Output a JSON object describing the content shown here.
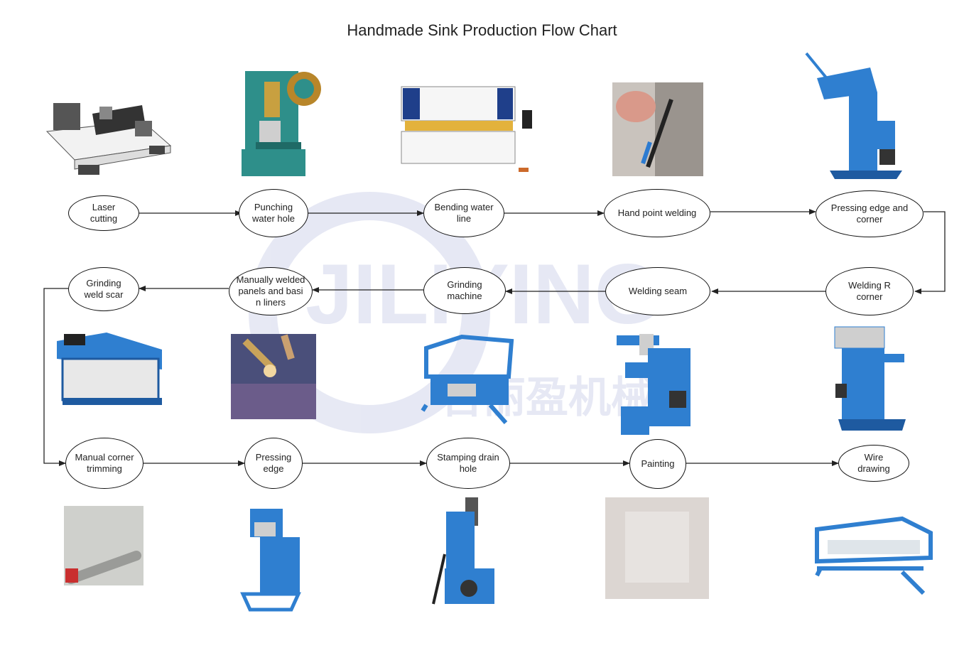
{
  "title": "Handmade Sink Production Flow Chart",
  "watermark": {
    "text": "JILIYING",
    "subtext": "吉丽盈机械",
    "color": "#3b4aa8"
  },
  "row1": [
    {
      "label": "Laser cutting",
      "lines": [
        "Laser",
        "cutting"
      ],
      "machine_icon": "laser-cutting-machine-icon"
    },
    {
      "label": "Punching water hole",
      "lines": [
        "Punching",
        "water hole"
      ],
      "machine_icon": "punch-press-icon"
    },
    {
      "label": "Bending water line",
      "lines": [
        "Bending water",
        "line"
      ],
      "machine_icon": "press-brake-icon"
    },
    {
      "label": "Hand point welding",
      "lines": [
        "Hand point welding"
      ],
      "machine_icon": "hand-welding-photo-icon"
    },
    {
      "label": "Pressing edge and corner",
      "lines": [
        "Pressing edge and",
        "corner"
      ],
      "machine_icon": "edge-pressing-machine-icon"
    }
  ],
  "row2": [
    {
      "label": "Grinding weld scar",
      "lines": [
        "Grinding",
        "weld scar"
      ],
      "machine_icon": "grinding-table-machine-icon"
    },
    {
      "label": "Manually welded panels and basin liners",
      "lines": [
        "Manually welded",
        "panels and basi",
        "n liners"
      ],
      "machine_icon": "manual-welding-photo-icon"
    },
    {
      "label": "Grinding machine",
      "lines": [
        "Grinding",
        "machine"
      ],
      "machine_icon": "belt-grinding-machine-icon"
    },
    {
      "label": "Welding seam",
      "lines": [
        "Welding seam"
      ],
      "machine_icon": "seam-welding-machine-icon"
    },
    {
      "label": "Welding R corner",
      "lines": [
        "Welding R",
        "corner"
      ],
      "machine_icon": "r-corner-welding-machine-icon"
    }
  ],
  "row3": [
    {
      "label": "Manual corner trimming",
      "lines": [
        "Manual corner",
        "trimming"
      ],
      "machine_icon": "corner-trimming-photo-icon"
    },
    {
      "label": "Pressing edge",
      "lines": [
        "Pressing",
        "edge"
      ],
      "machine_icon": "edge-press-machine-icon"
    },
    {
      "label": "Stamping drain hole",
      "lines": [
        "Stamping drain",
        "hole"
      ],
      "machine_icon": "drain-hole-stamping-machine-icon"
    },
    {
      "label": "Painting",
      "lines": [
        "Painting"
      ],
      "machine_icon": "painting-photo-icon"
    },
    {
      "label": "Wire drawing",
      "lines": [
        "Wire",
        "drawing"
      ],
      "machine_icon": "wire-drawing-machine-icon"
    }
  ],
  "colors": {
    "machine_blue": "#2f7fd0",
    "machine_teal": "#2e8f8a",
    "stroke": "#111111"
  }
}
